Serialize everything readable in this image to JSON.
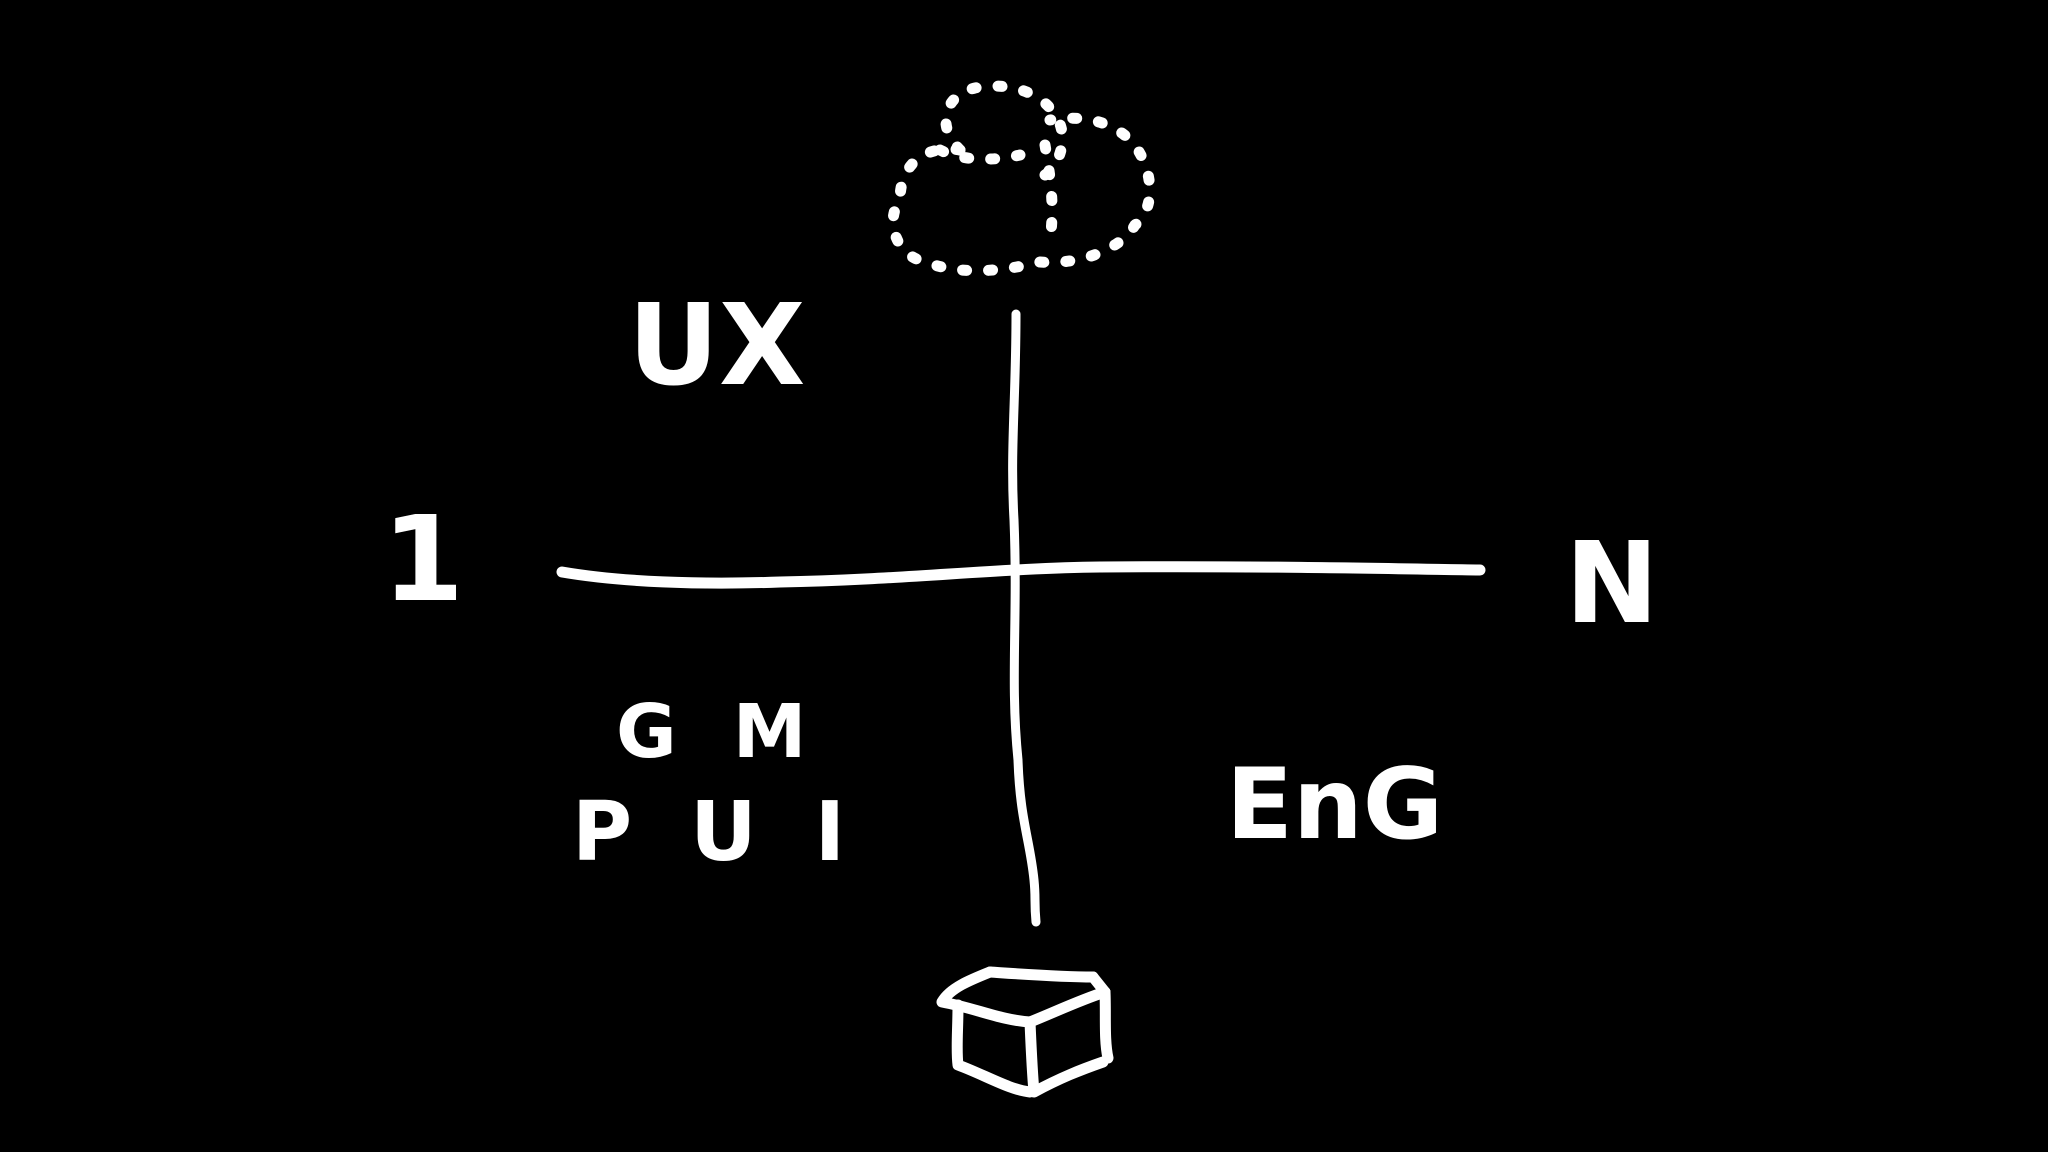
{
  "labels": {
    "top_left": "UX",
    "axis_left": "1",
    "axis_right": "N",
    "bottom_left_upper": "GM",
    "bottom_left_lower": "PUI",
    "bottom_right": "EnG"
  },
  "icons": {
    "top": "dotted-cloud-icon",
    "bottom": "cube-box-icon"
  },
  "colors": {
    "background": "#000000",
    "ink": "#ffffff"
  }
}
